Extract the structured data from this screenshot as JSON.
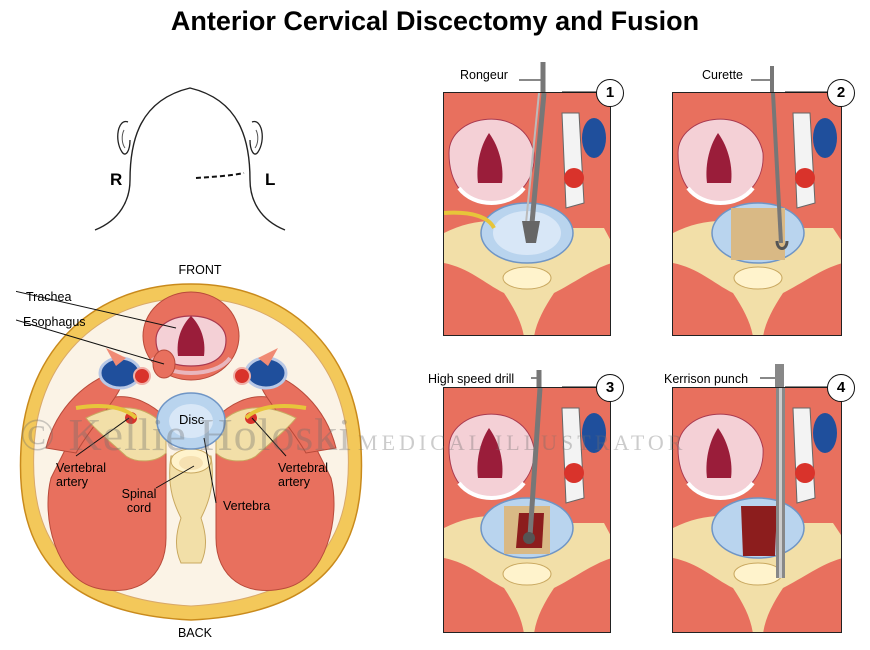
{
  "title": "Anterior Cervical Discectomy and Fusion",
  "head_view": {
    "right_label": "R",
    "left_label": "L"
  },
  "cross_section": {
    "front_label": "FRONT",
    "back_label": "BACK",
    "labels": {
      "trachea": "Trachea",
      "esophagus": "Esophagus",
      "disc": "Disc",
      "vertebral_artery_left": "Vertebral\nartery",
      "vertebral_artery_right": "Vertebral\nartery",
      "spinal_cord": "Spinal\ncord",
      "vertebra": "Vertebra"
    }
  },
  "steps": [
    {
      "number": "1",
      "tool": "Rongeur"
    },
    {
      "number": "2",
      "tool": "Curette"
    },
    {
      "number": "3",
      "tool": "High speed drill"
    },
    {
      "number": "4",
      "tool": "Kerrison punch"
    }
  ],
  "watermark": {
    "name": "© Kellie Holoski",
    "subtitle": "MEDICAL ILLUSTRATOR"
  },
  "colors": {
    "muscle": "#e8705e",
    "skin_ring": "#f3c85a",
    "bone": "#f2dfa8",
    "disc": "#b9d4ee",
    "vein": "#1f4f9c",
    "artery": "#d9332b",
    "trachea": "#c24060"
  }
}
